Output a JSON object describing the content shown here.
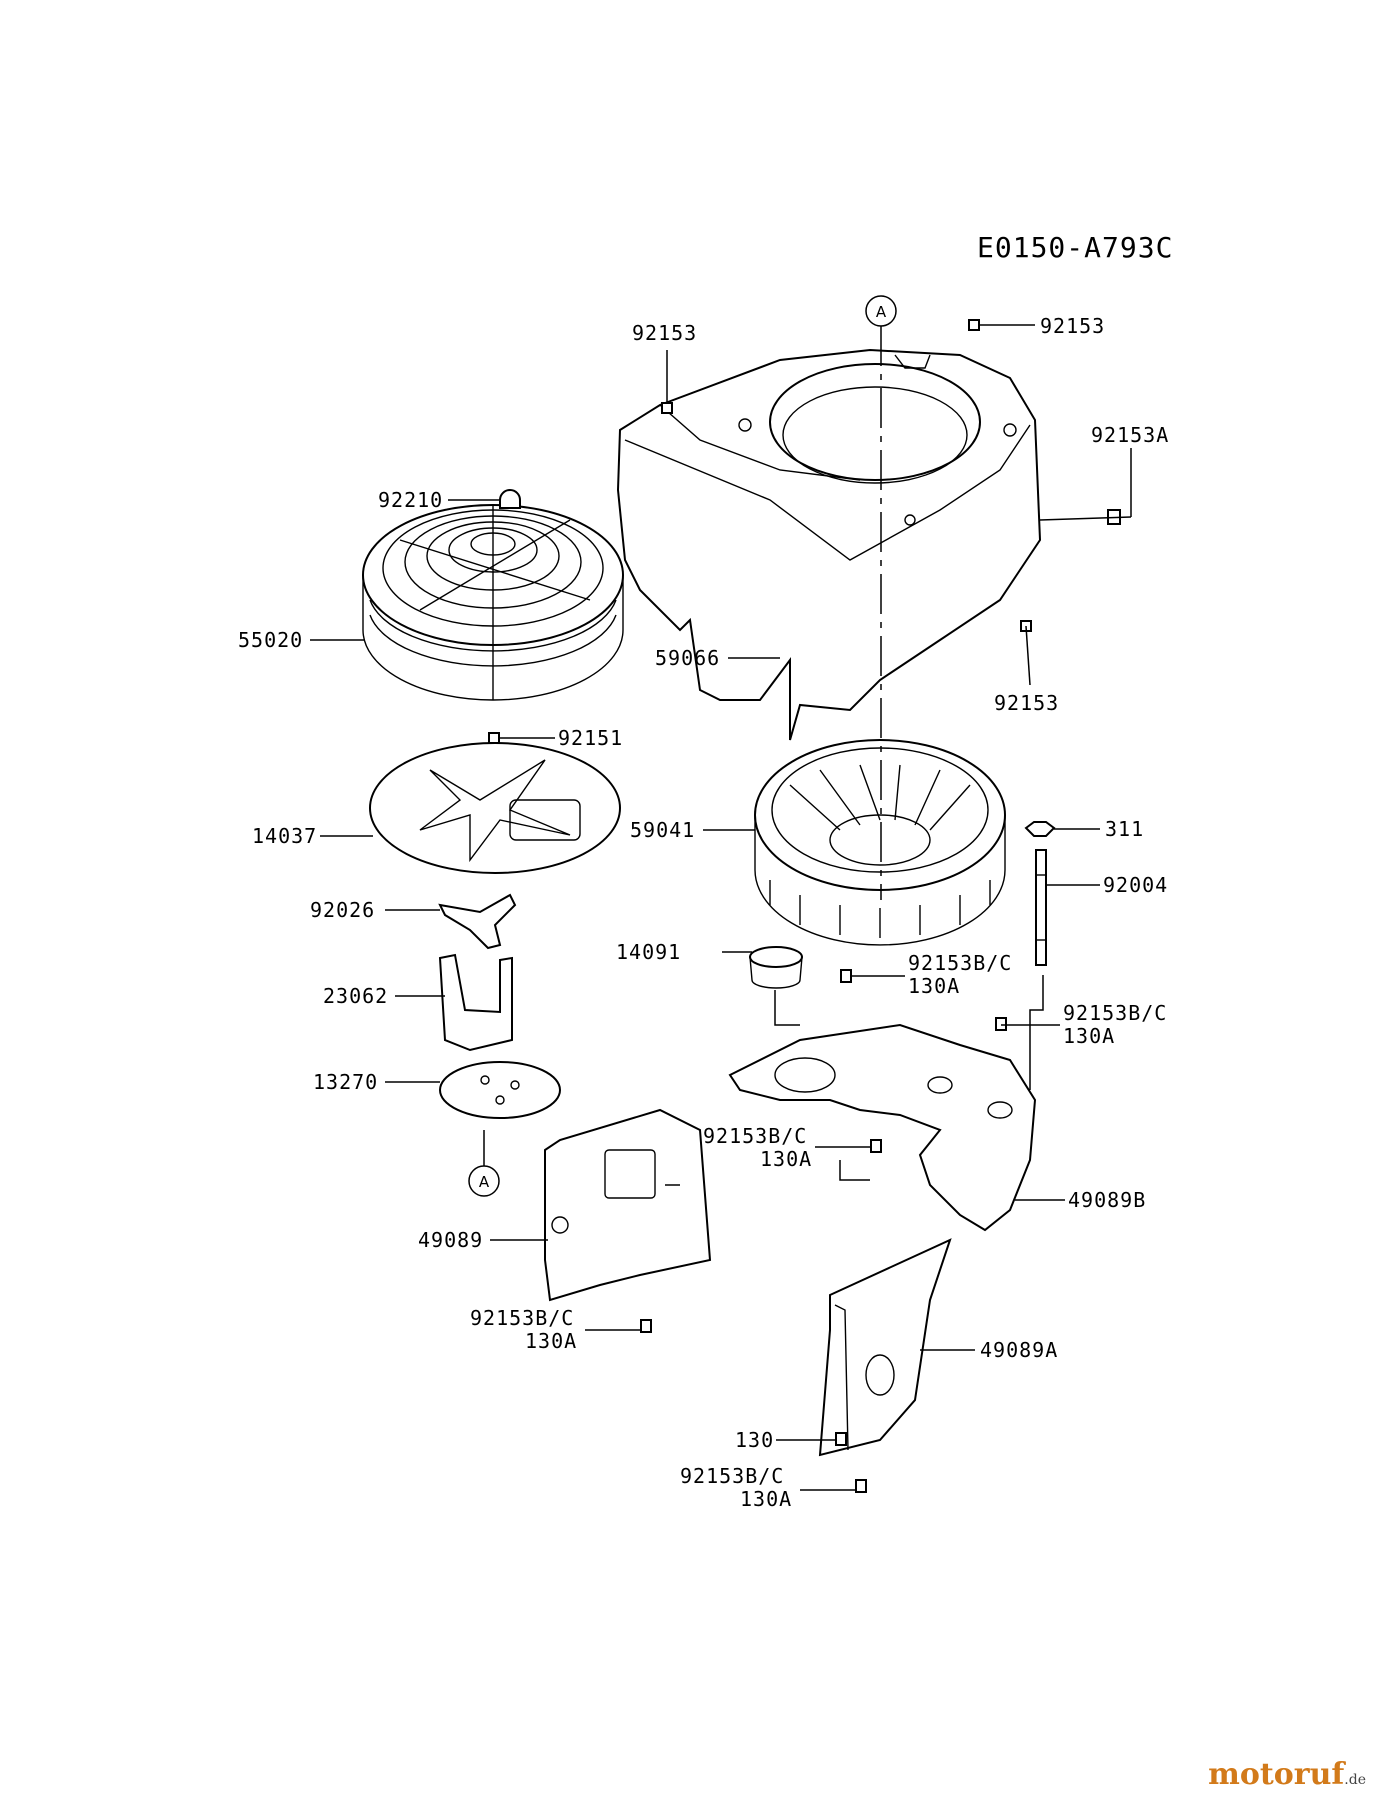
{
  "diagram_code": "E0150-A793C",
  "ref_marker": "A",
  "labels": {
    "l92153_tl": "92153",
    "l92153_tr": "92153",
    "l92153a": "92153A",
    "l92210": "92210",
    "l55020": "55020",
    "l59066": "59066",
    "l92153_r": "92153",
    "l92151": "92151",
    "l14037": "14037",
    "l59041": "59041",
    "l311": "311",
    "l92004": "92004",
    "l92026": "92026",
    "l14091": "14091",
    "l92153bc_1": "92153B/C",
    "l130a_1": "130A",
    "l92153bc_2": "92153B/C",
    "l130a_2": "130A",
    "l23062": "23062",
    "l13270": "13270",
    "l92153bc_3": "92153B/C",
    "l130a_3": "130A",
    "l49089b": "49089B",
    "l49089": "49089",
    "l92153bc_4": "92153B/C",
    "l130a_4": "130A",
    "l49089a": "49089A",
    "l130": "130",
    "l92153bc_5": "92153B/C",
    "l130a_5": "130A"
  },
  "watermark": {
    "text": "motoruf",
    "suffix": ".de"
  }
}
